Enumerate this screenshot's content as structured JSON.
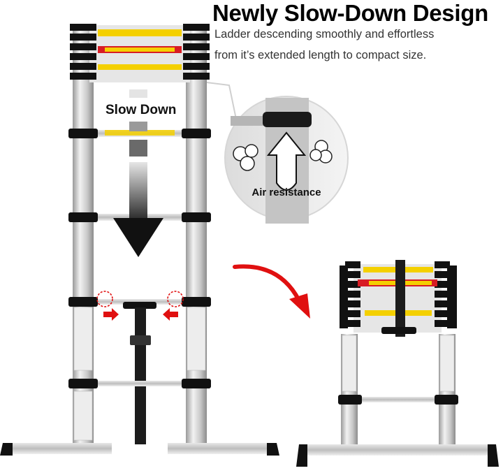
{
  "headline": "Newly Slow-Down Design",
  "description_line1": "Ladder descending smoothly and effortless",
  "description_line2": "from it’s extended length to compact size.",
  "slow_down_label": "Slow Down",
  "air_resistance_label": "Air resistance",
  "colors": {
    "aluminum": "#d6d6d6",
    "rung_black": "#1a1a1a",
    "warning_yellow": "#f4d000",
    "warning_red": "#d81c24",
    "arrow_red": "#e01010"
  },
  "icons": [
    "tall-ladder-icon",
    "compact-ladder-icon",
    "down-arrow-icon",
    "curved-red-arrow-icon",
    "magnifier-circle-icon",
    "air-puff-icon"
  ]
}
